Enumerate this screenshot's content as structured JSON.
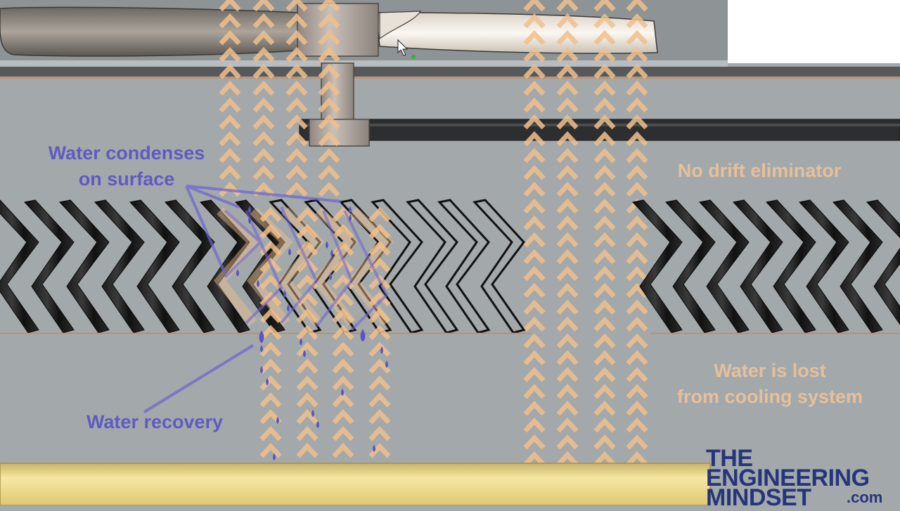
{
  "annotations": {
    "condense": [
      "Water condenses",
      "on surface"
    ],
    "recovery": "Water recovery",
    "no_drift": "No drift eliminator",
    "lost": [
      "Water is lost",
      "from cooling system"
    ]
  },
  "logo": {
    "line1": "THE",
    "line2": "ENGINEERING",
    "line3": "MINDSET",
    "suffix": ".com"
  },
  "colors": {
    "background": "#a3a8ab",
    "annotation_blue": "#5f5bc0",
    "annotation_orange": "#e6c09a",
    "vapor_arrows": "#f1c08c",
    "eliminator_blades": "#1b1b1b",
    "water_drops": "#5a55c0",
    "basin": "#efd98c",
    "logo": "#26357a"
  },
  "icons": [
    "cursor-arrow-icon",
    "water-drop-icon",
    "chevron-arrow-icon"
  ]
}
